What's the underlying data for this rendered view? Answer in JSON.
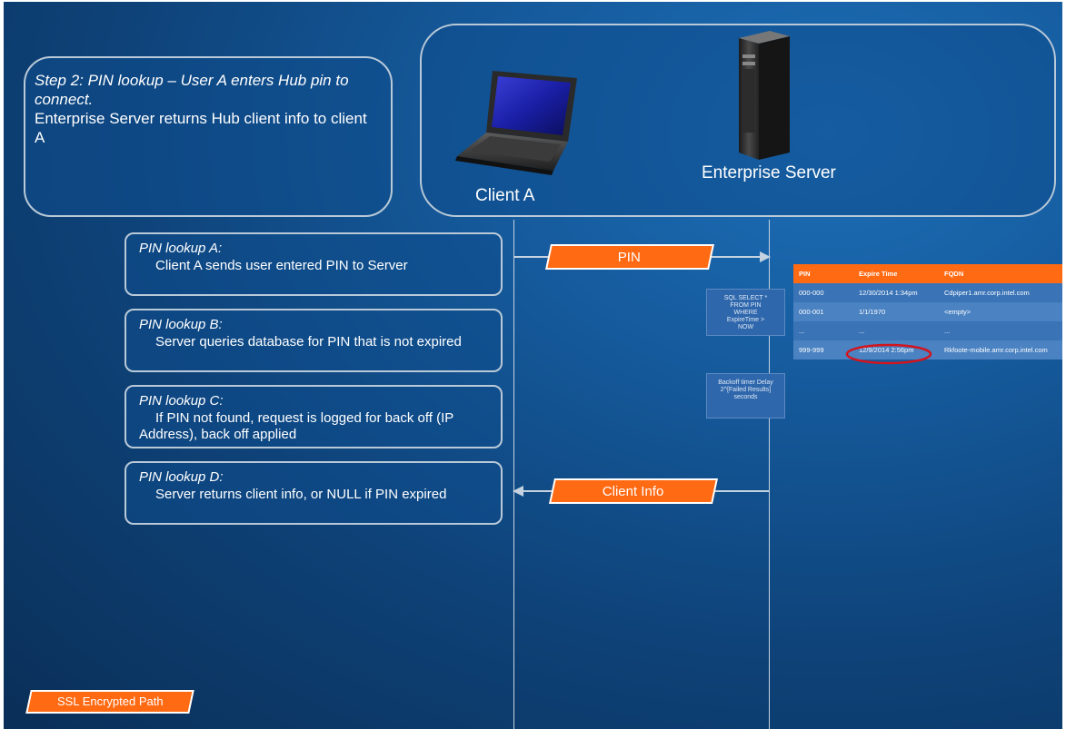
{
  "step": {
    "title": "Step 2: PIN lookup – User A enters Hub pin to connect.",
    "body": "Enterprise Server returns Hub client info to client A"
  },
  "actors": {
    "client": "Client A",
    "server": "Enterprise Server"
  },
  "lookups": [
    {
      "title": "PIN lookup A:",
      "body": "Client A sends user entered PIN to Server"
    },
    {
      "title": "PIN lookup B:",
      "body": "Server queries database for PIN that is not expired"
    },
    {
      "title": "PIN lookup C:",
      "body": "If PIN not found, request is logged for back off (IP Address), back off applied"
    },
    {
      "title": "PIN lookup D:",
      "body": "Server returns client info, or NULL if PIN expired"
    }
  ],
  "messages": {
    "pin": "PIN",
    "client_info": "Client Info"
  },
  "notes": {
    "sql": "SQL SELECT * FROM PIN WHERE ExpireTime > NOW",
    "backoff": "Backoff timer Delay 2^[Failed Results] seconds"
  },
  "db_table": {
    "headers": [
      "PIN",
      "Expire Time",
      "FQDN"
    ],
    "rows": [
      [
        "000-000",
        "12/30/2014 1:34pm",
        "Cdpiper1.amr.corp.intel.com"
      ],
      [
        "000-001",
        "1/1/1970",
        "<empty>"
      ],
      [
        "...",
        "...",
        "..."
      ],
      [
        "999-999",
        "12/9/2014 2:56pm",
        "Rkfoote-mobile.amr.corp.intel.com"
      ]
    ]
  },
  "legend": {
    "ssl": "SSL Encrypted Path"
  },
  "colors": {
    "accent": "#ff6a13",
    "background": "#0e4278",
    "highlight_circle": "#d4141c"
  }
}
